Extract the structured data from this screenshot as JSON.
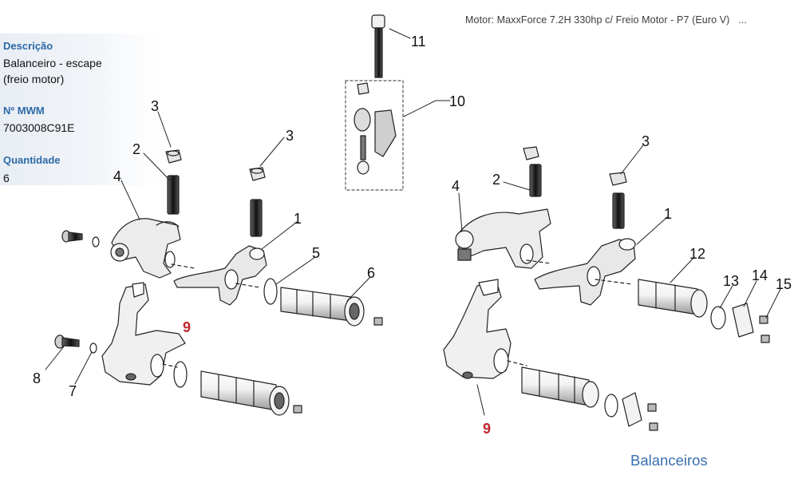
{
  "header": {
    "motor_title": "Motor: MaxxForce 7.2H 330hp c/ Freio Motor - P7 (Euro V)",
    "more_indicator": "..."
  },
  "info": {
    "descricao_label": "Descrição",
    "descricao_line1": "Balanceiro - escape",
    "descricao_line2": "(freio motor)",
    "mwm_label": "Nº MWM",
    "mwm_value": "7003008C91E",
    "quantidade_label": "Quantidade",
    "quantidade_value": "6"
  },
  "diagram": {
    "callouts_left": [
      "3",
      "2",
      "3",
      "4",
      "1",
      "5",
      "6",
      "9",
      "8",
      "7"
    ],
    "callouts_center": [
      "11",
      "10"
    ],
    "callouts_right": [
      "4",
      "2",
      "3",
      "1",
      "12",
      "13",
      "14",
      "15",
      "9"
    ],
    "highlight_color": "#c0262d",
    "line_color": "#222222"
  },
  "caption": "Balanceiros"
}
